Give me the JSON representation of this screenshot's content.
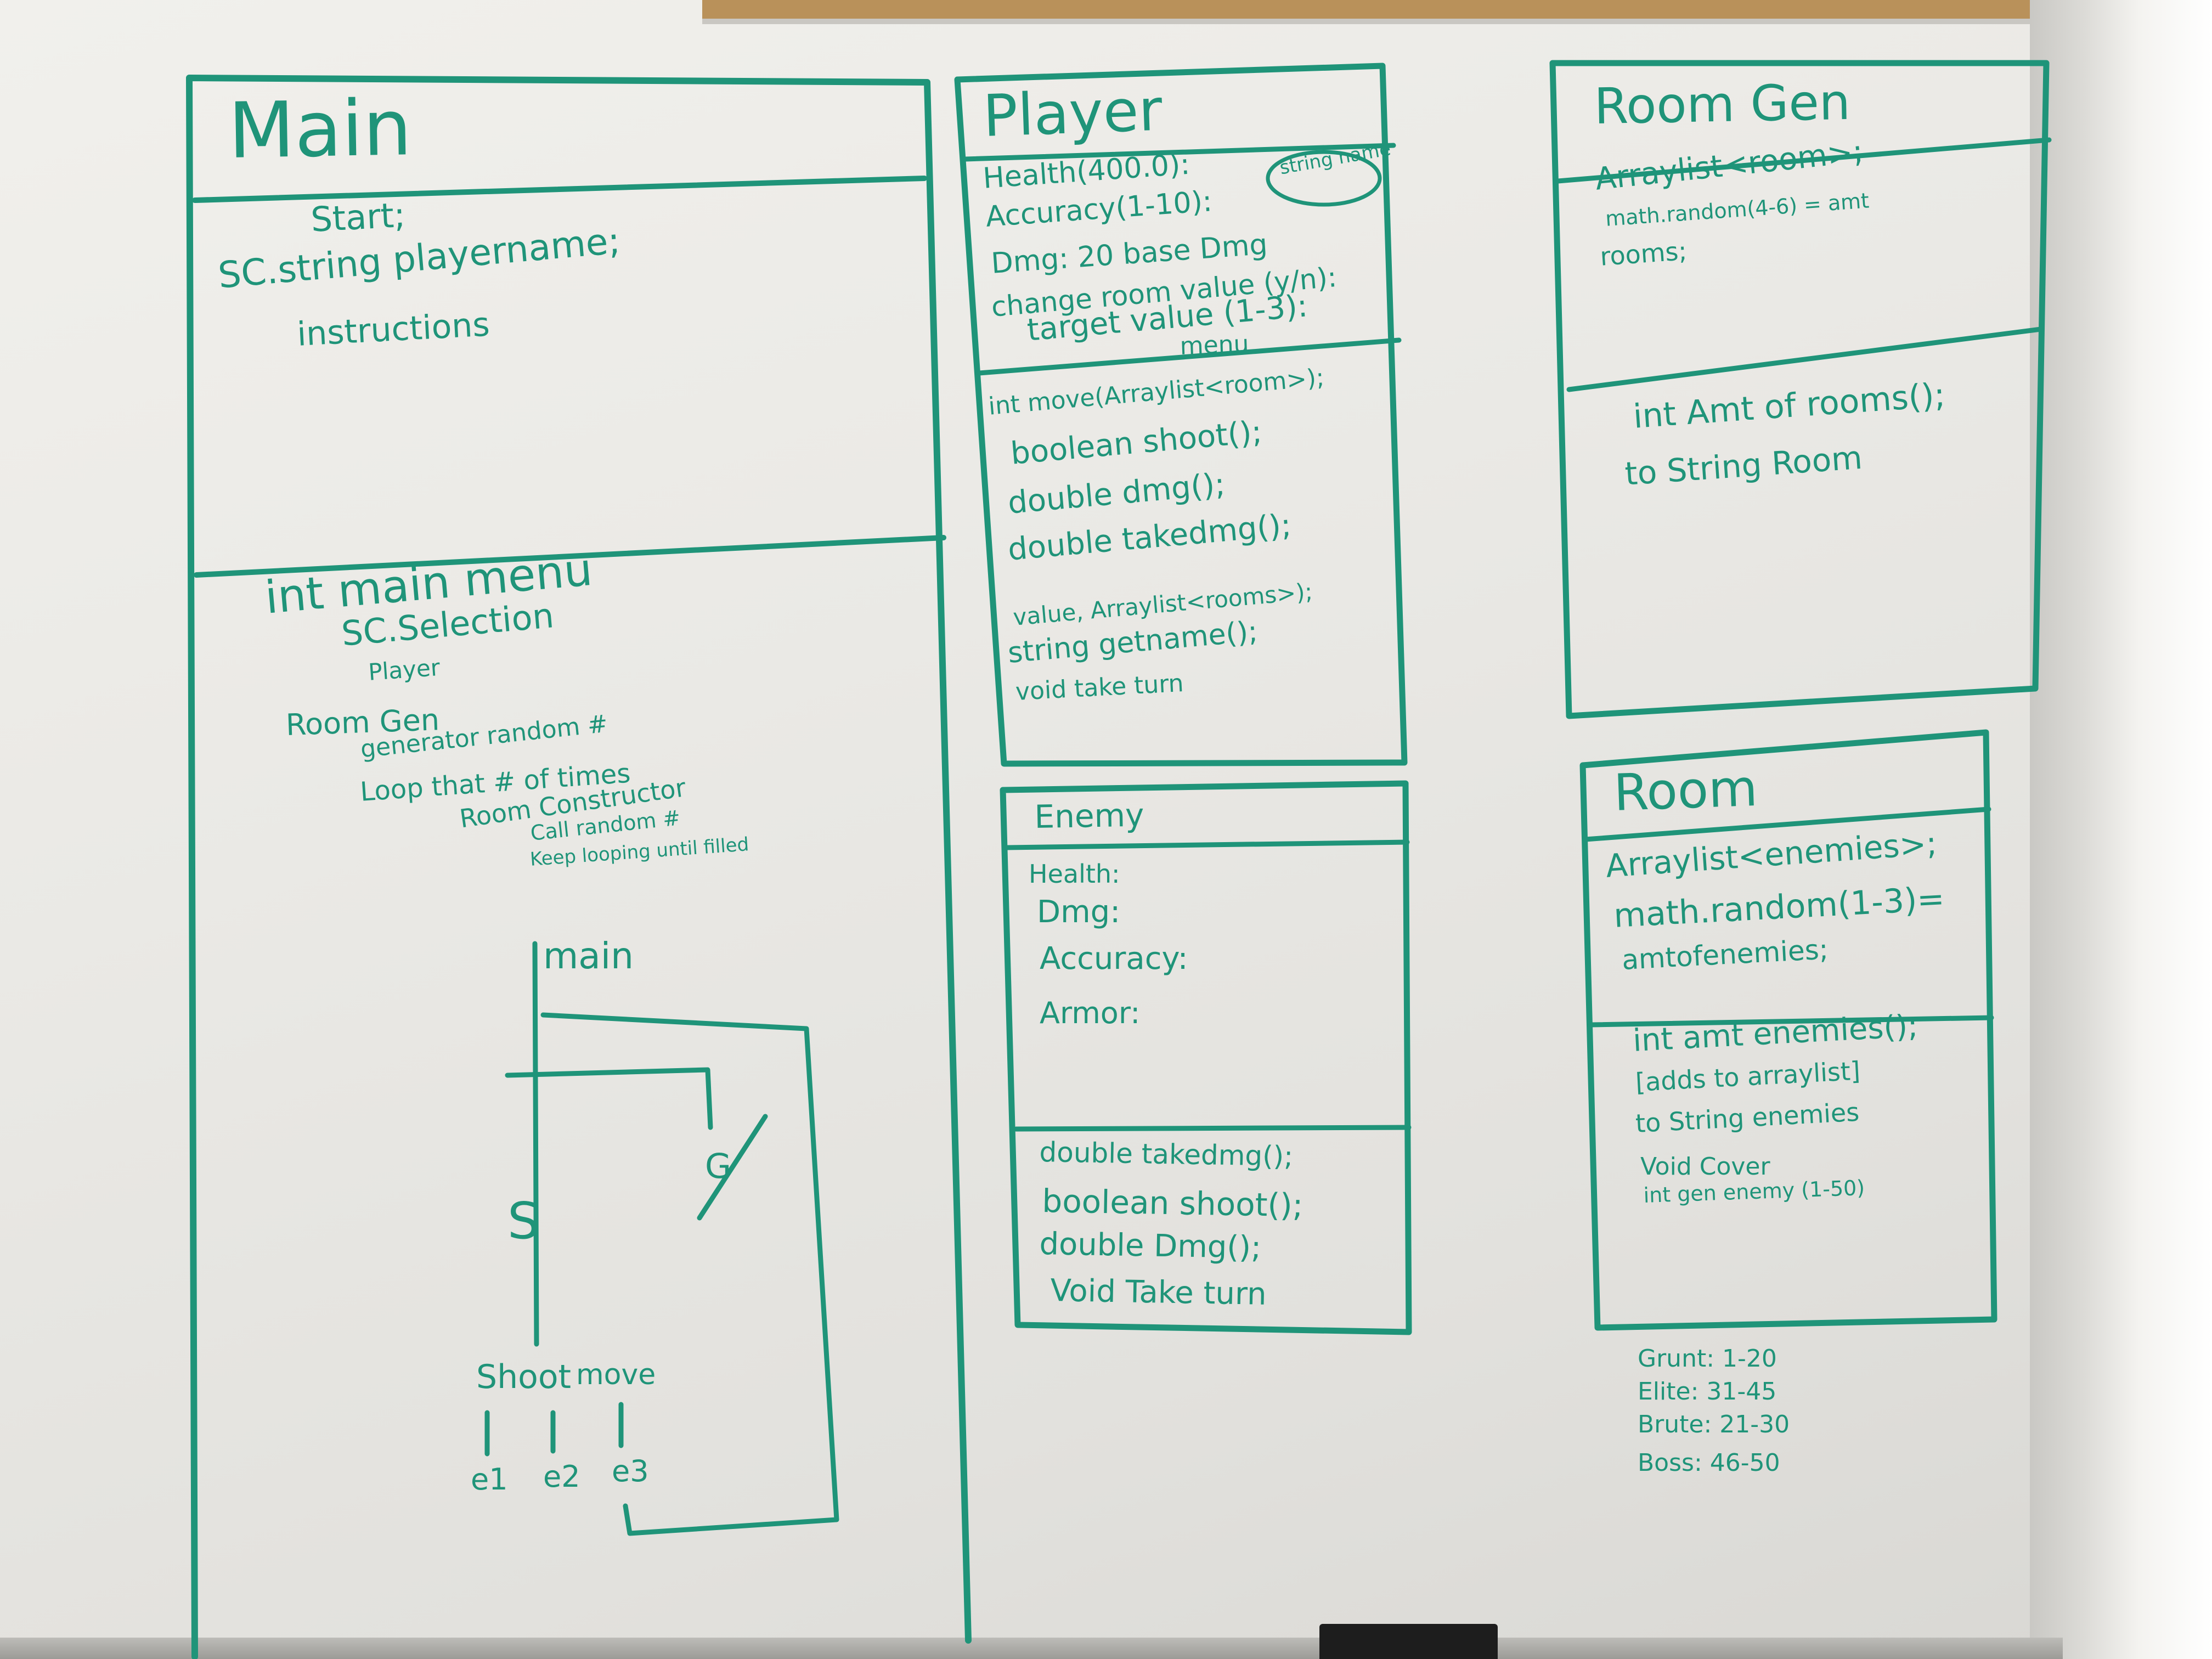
{
  "main": {
    "title": "Main",
    "fields": [
      "Start;",
      "SC.string playername;",
      "instructions"
    ],
    "methods": [
      "int main menu",
      "SC.Selection",
      "Player",
      "Room Gen",
      "generator random #",
      "Loop that # of times",
      "Room Constructor",
      "Call random #",
      "Keep looping until filled"
    ],
    "flow": {
      "top_label": "main",
      "node_s": "S",
      "node_g": "G",
      "shoot_label": "Shoot",
      "move_label": "move",
      "enemies": [
        "e1",
        "e2",
        "e3"
      ]
    }
  },
  "player": {
    "title": "Player",
    "fields": [
      "Health(400.0):",
      "Accuracy(1-10):",
      "Dmg: 20 base Dmg",
      "change room value (y/n):",
      "target value (1-3):",
      "menu"
    ],
    "string_name_note": "string name",
    "methods": [
      "int move(Arraylist<room>);",
      "boolean shoot();",
      "double dmg();",
      "double takedmg();",
      "value, Arraylist<rooms>);",
      "string getname();",
      "void take turn"
    ]
  },
  "enemy": {
    "title": "Enemy",
    "fields": [
      "Health:",
      "Dmg:",
      "Accuracy:",
      "Armor:"
    ],
    "methods": [
      "double takedmg();",
      "boolean shoot();",
      "double Dmg();",
      "Void Take turn"
    ]
  },
  "room_gen": {
    "title": "Room Gen",
    "fields": [
      "Arraylist<room>;",
      "math.random(4-6) = amt",
      "rooms;"
    ],
    "methods": [
      "int Amt of rooms();",
      "to String Room"
    ]
  },
  "room": {
    "title": "Room",
    "fields": [
      "Arraylist<enemies>;",
      "math.random(1-3)=",
      "amtofenemies;"
    ],
    "methods": [
      "int amt enemies();",
      "[adds to arraylist]",
      "to String enemies",
      "Void Cover",
      "int gen enemy (1-50)"
    ]
  },
  "enemy_ranges": [
    "Grunt: 1-20",
    "Elite: 31-45",
    "Brute: 21-30",
    "Boss: 46-50"
  ]
}
